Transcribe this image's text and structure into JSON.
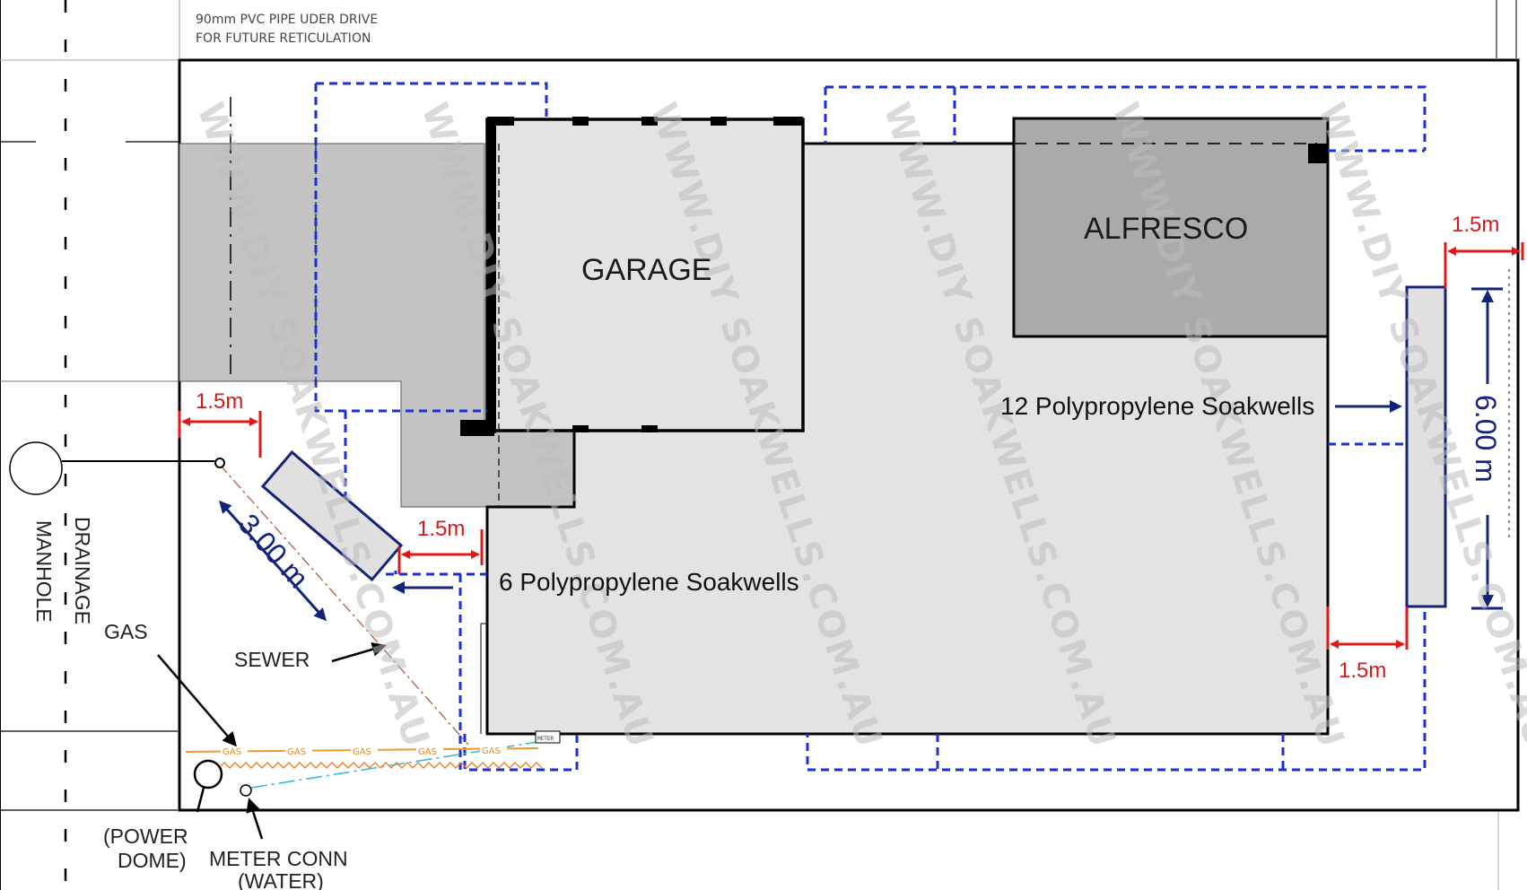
{
  "notes": {
    "pipe_line1": "90mm PVC PIPE UDER DRIVE",
    "pipe_line2": "FOR FUTURE RETICULATION"
  },
  "rooms": {
    "garage": "GARAGE",
    "alfresco": "ALFRESCO"
  },
  "labels": {
    "soakwells_12": "12 Polypropylene Soakwells",
    "soakwells_6": "6 Polypropylene Soakwells",
    "sewer": "SEWER",
    "gas": "GAS",
    "drainage": "DRAINAGE",
    "manhole": "MANHOLE",
    "power_line1": "(POWER",
    "power_line2": "DOME)",
    "meter_line1": "METER CONN",
    "meter_line2": "(WATER)",
    "meter_box": "METER"
  },
  "dimensions": {
    "left_setback": "1.5m",
    "mid_setback": "1.5m",
    "right_top_setback": "1.5m",
    "right_bottom_setback": "1.5m",
    "small_trench_length": "3.00 m",
    "large_trench_length": "6.00 m"
  },
  "gas_line": {
    "markers": [
      "GAS",
      "GAS",
      "GAS",
      "GAS",
      "GAS"
    ]
  },
  "watermark": {
    "text": "WWW.DIY SOAKWELLS.COM.AU"
  },
  "colors": {
    "boundary": "#000000",
    "stormwater_dashed": "#1a2fd6",
    "dimension_red": "#e01818",
    "dimension_navy": "#13237a",
    "gas_line": "#f39a2e",
    "sewer_line": "#b45a3c",
    "water_line": "#29b8e0",
    "house_fill": "#e3e3e3",
    "paving_fill": "#c3c3c3"
  }
}
